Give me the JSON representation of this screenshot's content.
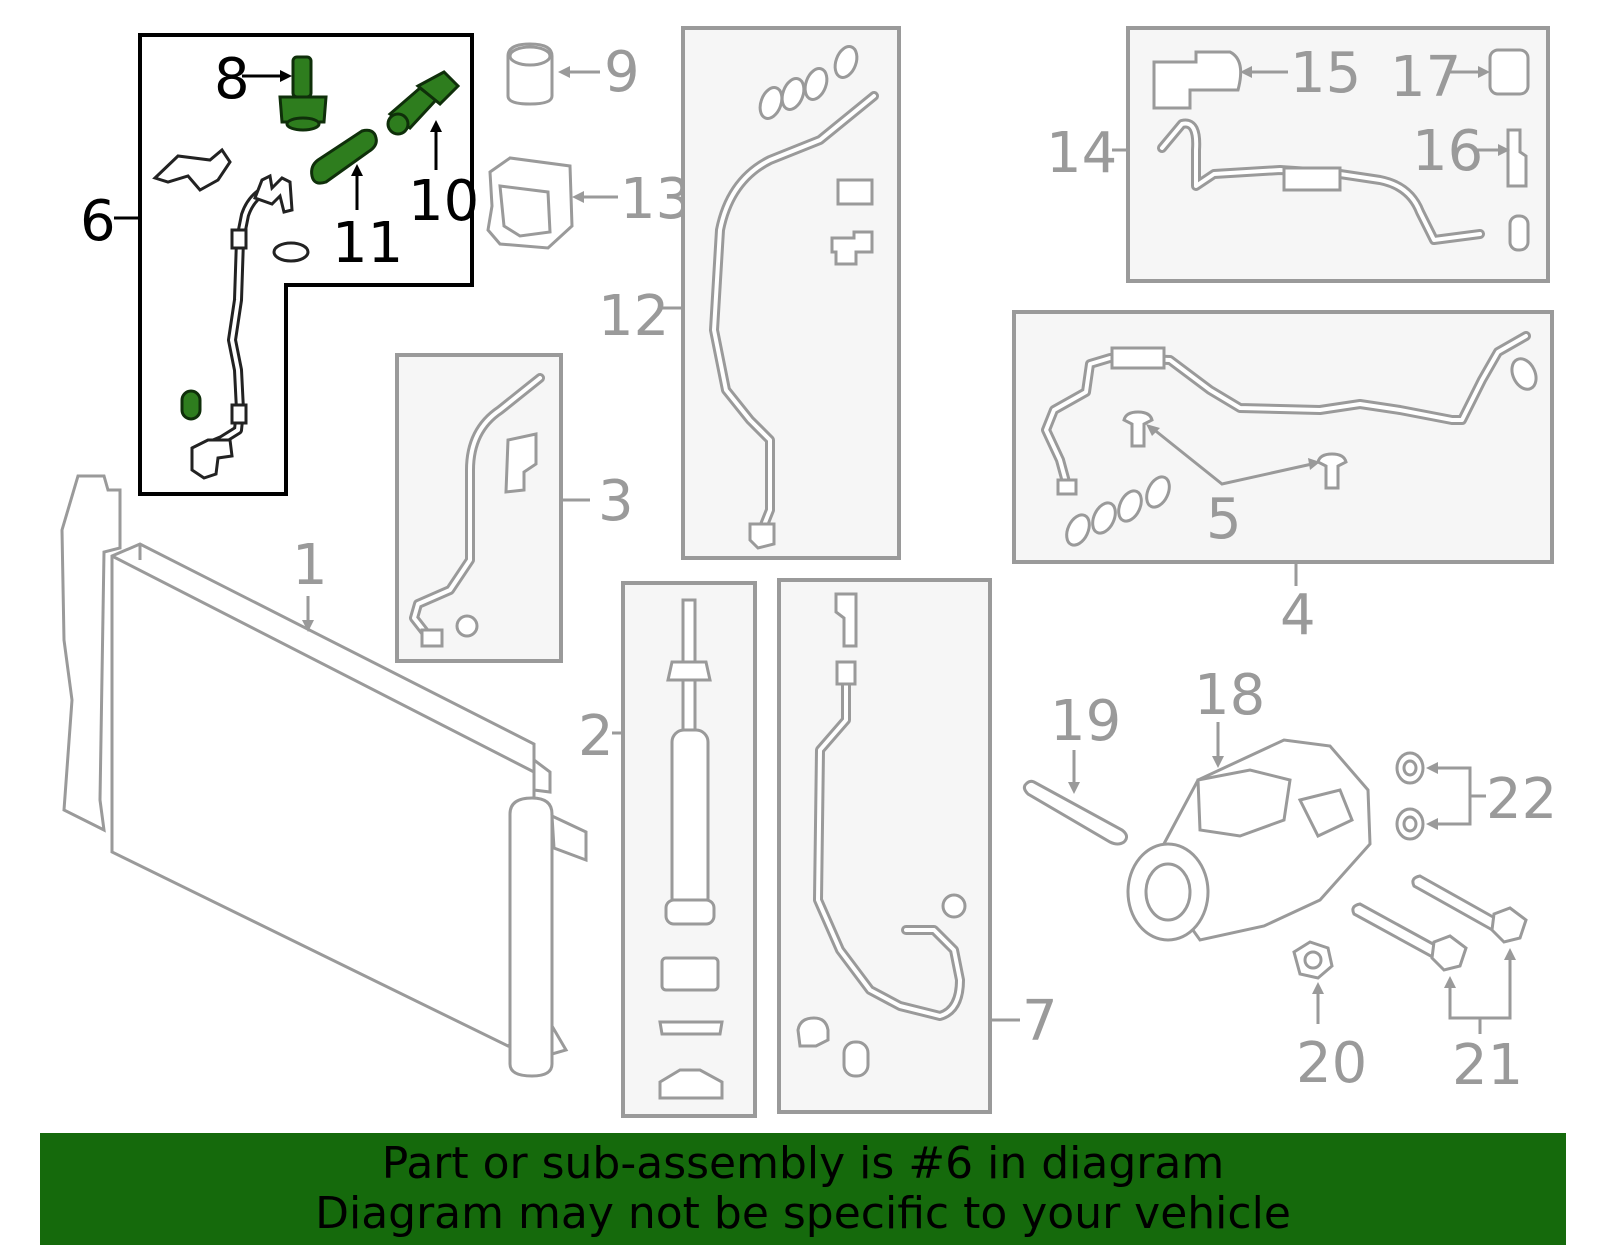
{
  "labels": {
    "l1": "1",
    "l2": "2",
    "l3": "3",
    "l4": "4",
    "l5": "5",
    "l6": "6",
    "l7": "7",
    "l8": "8",
    "l9": "9",
    "l10": "10",
    "l11": "11",
    "l12": "12",
    "l13": "13",
    "l14": "14",
    "l15": "15",
    "l16": "16",
    "l17": "17",
    "l18": "18",
    "l19": "19",
    "l20": "20",
    "l21": "21",
    "l22": "22"
  },
  "highlight": {
    "part_number": "6",
    "color": "#156a0c",
    "part_fill": "#2e7d1e"
  },
  "banner": {
    "line1": "Part or sub-assembly is #6 in diagram",
    "line2": "Diagram may not be specific to your vehicle"
  }
}
